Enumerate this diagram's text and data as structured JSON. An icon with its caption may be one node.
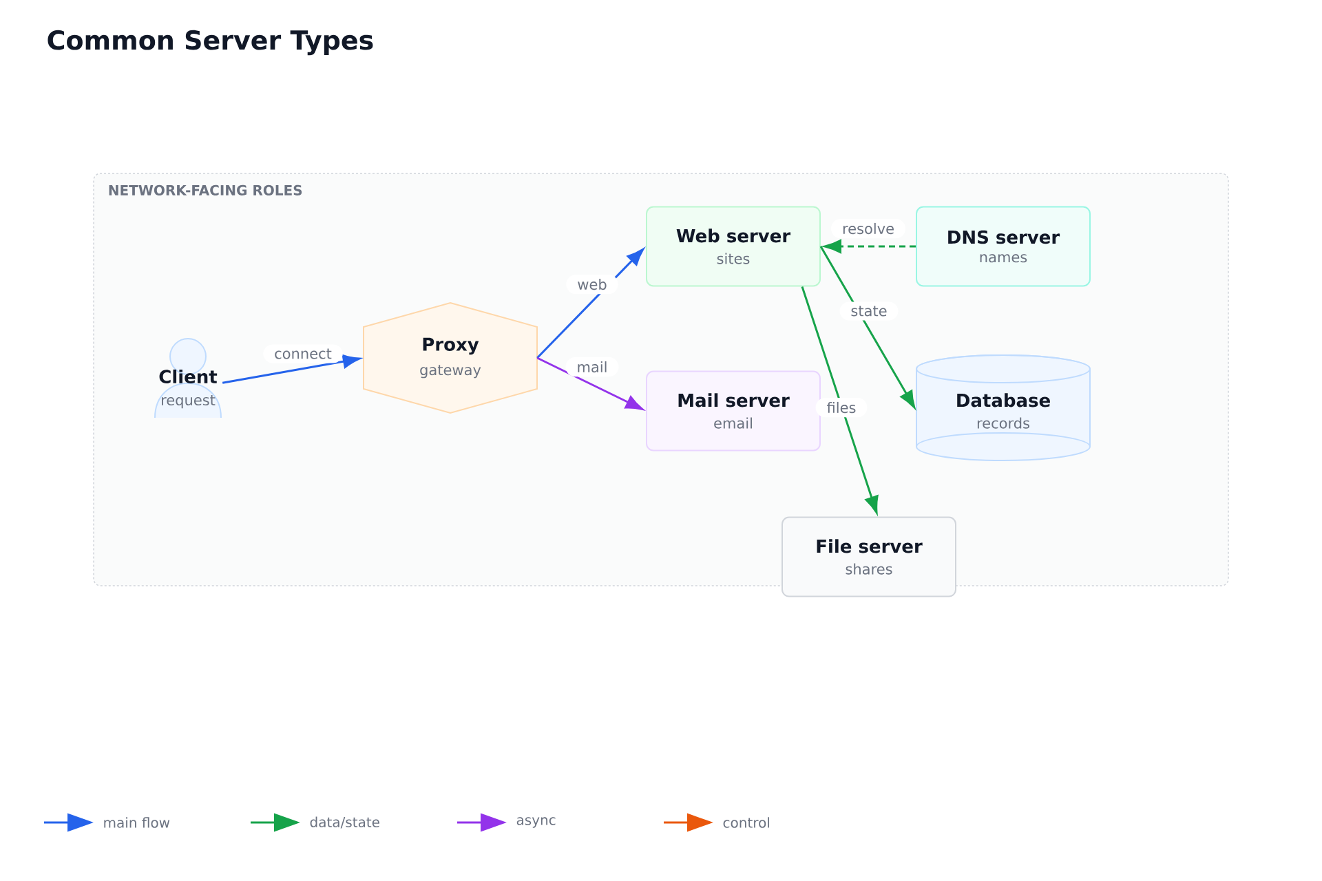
{
  "diagram": {
    "title": "Common Server Types",
    "nodes": [
      {
        "text": [
          "NETWORK-FACING ROLES"
        ]
      },
      {
        "text": [
          "Client",
          "request"
        ],
        "in": 0
      },
      {
        "text": [
          "Proxy",
          "gateway"
        ],
        "in": 0
      },
      {
        "text": [
          "Web server",
          "sites"
        ],
        "in": 0
      },
      {
        "text": [
          "DNS server",
          "names"
        ],
        "in": 0
      },
      {
        "text": [
          "Mail server",
          "email"
        ],
        "in": 0
      },
      {
        "text": [
          "Database",
          "records"
        ],
        "in": 0
      },
      {
        "text": [
          "File server",
          "shares"
        ]
      }
    ],
    "edges": [
      {
        "from": 1,
        "to": 2,
        "arrow": "to",
        "label": "connect",
        "color": "#2563eb"
      },
      {
        "from": 2,
        "to": 3,
        "arrow": "to",
        "label": "web",
        "color": "#2563eb"
      },
      {
        "from": 2,
        "to": 5,
        "arrow": "to",
        "label": "mail",
        "color": "#9333ea"
      },
      {
        "from": 4,
        "to": 3,
        "arrow": "to",
        "label": "resolve",
        "style": "dashed"
      },
      {
        "from": 3,
        "to": 6,
        "arrow": "to",
        "label": "state"
      },
      {
        "from": 3,
        "to": 7,
        "arrow": "to",
        "label": "files"
      }
    ],
    "legend": [
      {
        "text": "main flow",
        "color": "#2563eb"
      },
      {
        "text": "data/state",
        "color": "#16a34a"
      },
      {
        "text": "async",
        "color": "#9333ea"
      },
      {
        "text": "control",
        "color": "#ea580c"
      }
    ]
  }
}
